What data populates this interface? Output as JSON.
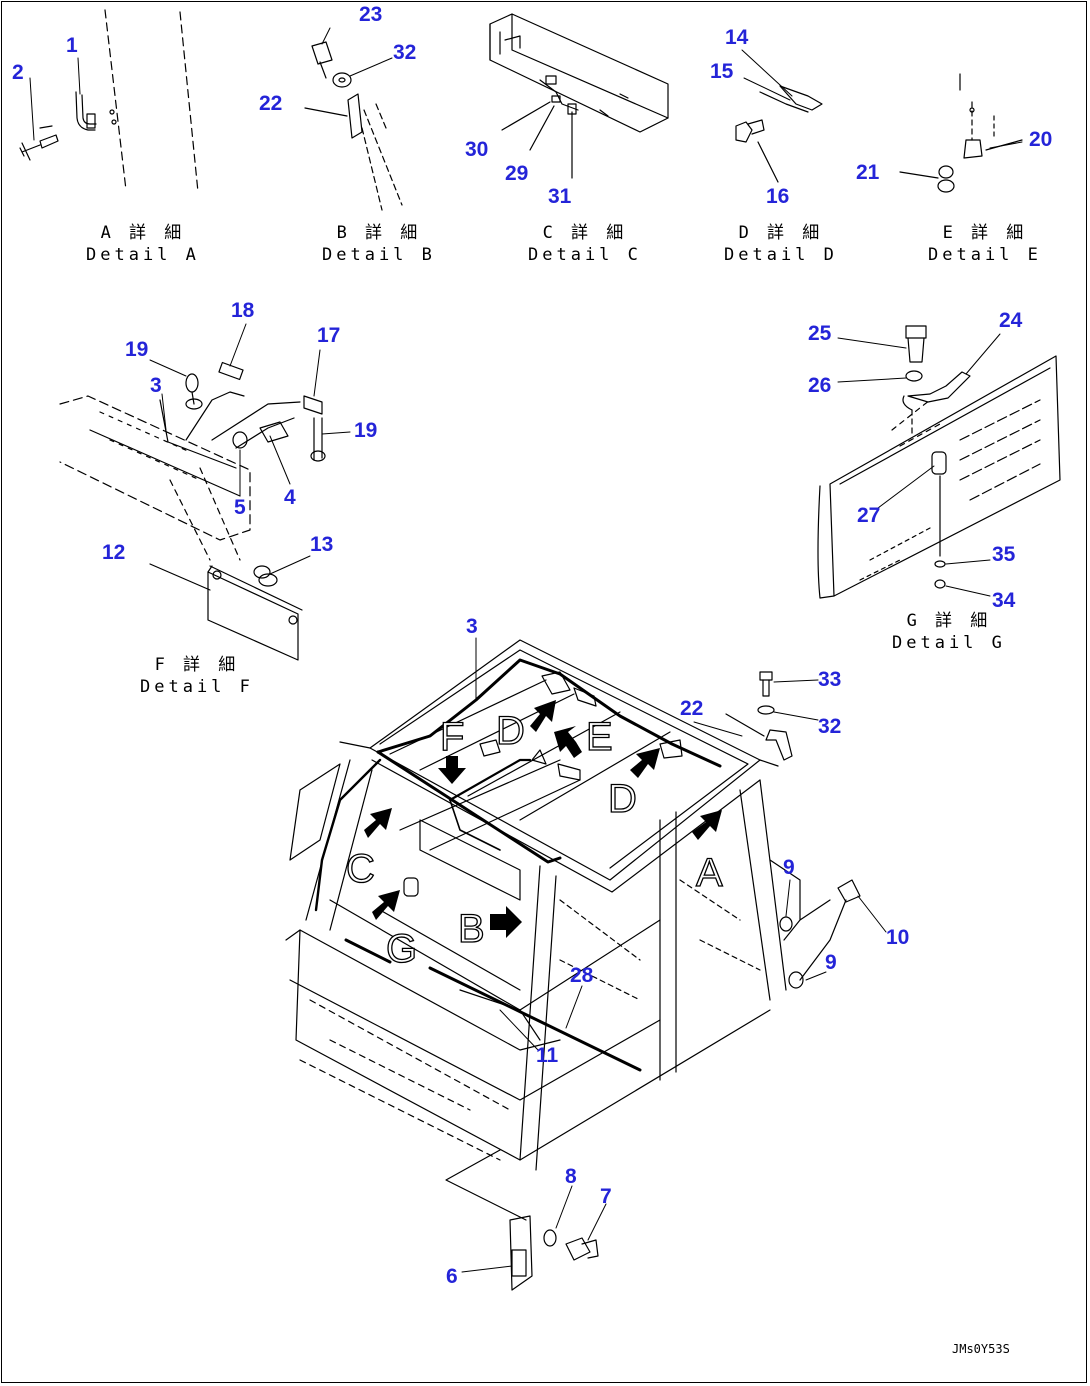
{
  "detail_captions": [
    {
      "id": "A",
      "jp": "A 詳 細",
      "en": "Detail A"
    },
    {
      "id": "B",
      "jp": "B 詳 細",
      "en": "Detail B"
    },
    {
      "id": "C",
      "jp": "C 詳 細",
      "en": "Detail C"
    },
    {
      "id": "D",
      "jp": "D 詳 細",
      "en": "Detail D"
    },
    {
      "id": "E",
      "jp": "E 詳 細",
      "en": "Detail E"
    },
    {
      "id": "F",
      "jp": "F 詳 細",
      "en": "Detail F"
    },
    {
      "id": "G",
      "jp": "G 詳 細",
      "en": "Detail G"
    }
  ],
  "part_numbers": [
    "1",
    "2",
    "3",
    "3",
    "4",
    "5",
    "6",
    "7",
    "8",
    "9",
    "9",
    "10",
    "11",
    "12",
    "13",
    "14",
    "15",
    "16",
    "17",
    "18",
    "19",
    "19",
    "20",
    "21",
    "22",
    "22",
    "23",
    "24",
    "25",
    "26",
    "27",
    "28",
    "29",
    "30",
    "31",
    "32",
    "32",
    "33",
    "34",
    "35"
  ],
  "view_letters": [
    "F",
    "D",
    "E",
    "D",
    "C",
    "G",
    "B",
    "A"
  ],
  "drawing_ref": "JMs0Y53S",
  "colors": {
    "callout": "#2424d8",
    "line": "#000000",
    "background": "#ffffff"
  }
}
